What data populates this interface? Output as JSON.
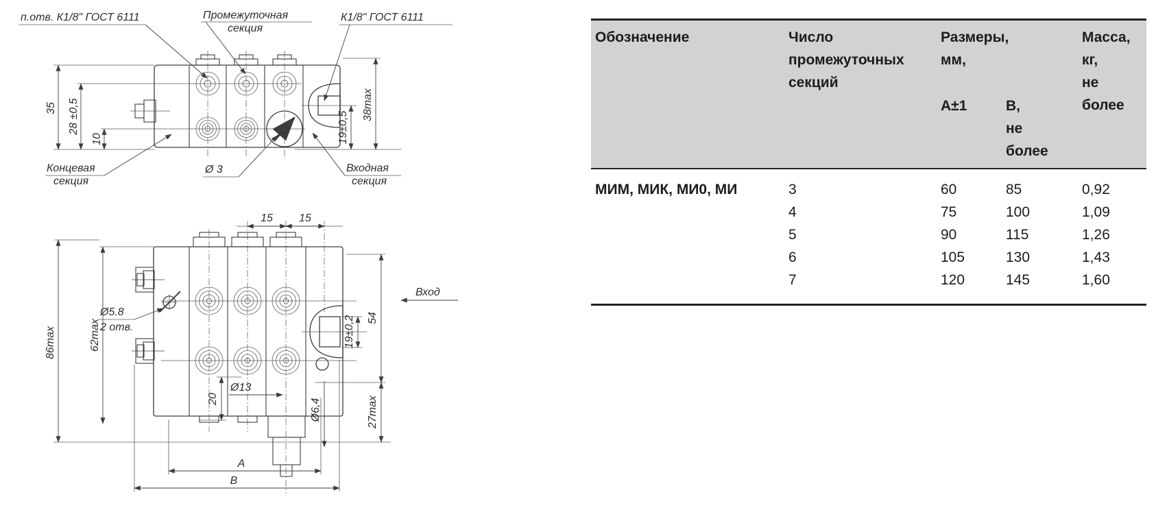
{
  "drawing": {
    "top_view": {
      "label_port_thread": "п.отв. К1/8\" ГОСТ 6111",
      "label_intermediate_1": "Промежуточная",
      "label_intermediate_2": "секция",
      "label_thread_right": "К1/8\" ГОСТ 6111",
      "label_end_1": "Концевая",
      "label_end_2": "секция",
      "label_d3": "Ø 3",
      "label_inlet_1": "Входная",
      "label_inlet_2": "секция",
      "dim_35": "35",
      "dim_28": "28 ±0,5",
      "dim_10": "10",
      "dim_19": "19±0,5",
      "dim_38": "38max"
    },
    "bottom_view": {
      "dim_15_left": "15",
      "dim_15_right": "15",
      "dim_86": "86max",
      "dim_62": "62max",
      "label_hole_d": "Ø5.8",
      "label_hole_count": "2 отв.",
      "dim_19": "19±0,2",
      "dim_54": "54",
      "label_inlet": "Вход",
      "dim_20": "20",
      "dim_13": "Ø13",
      "dim_64": "Ø6,4",
      "dim_27": "27max",
      "dim_A": "A",
      "dim_B": "B"
    }
  },
  "table": {
    "header": {
      "designation": "Обозначение",
      "sections": "Число\nпромежуточных\nсекций",
      "sizes": "Размеры,\nмм,",
      "a": "А±1",
      "b": "В,\nне\nболее",
      "mass": "Масса,\nкг,\nне\nболее"
    },
    "designation_value": "МИМ, МИК, МИ0, МИ",
    "rows": [
      [
        "3",
        "60",
        "85",
        "0,92"
      ],
      [
        "4",
        "75",
        "100",
        "1,09"
      ],
      [
        "5",
        "90",
        "115",
        "1,26"
      ],
      [
        "6",
        "105",
        "130",
        "1,43"
      ],
      [
        "7",
        "120",
        "145",
        "1,60"
      ]
    ],
    "colors": {
      "header_bg": "#d2d2d2",
      "border": "#222222"
    }
  }
}
